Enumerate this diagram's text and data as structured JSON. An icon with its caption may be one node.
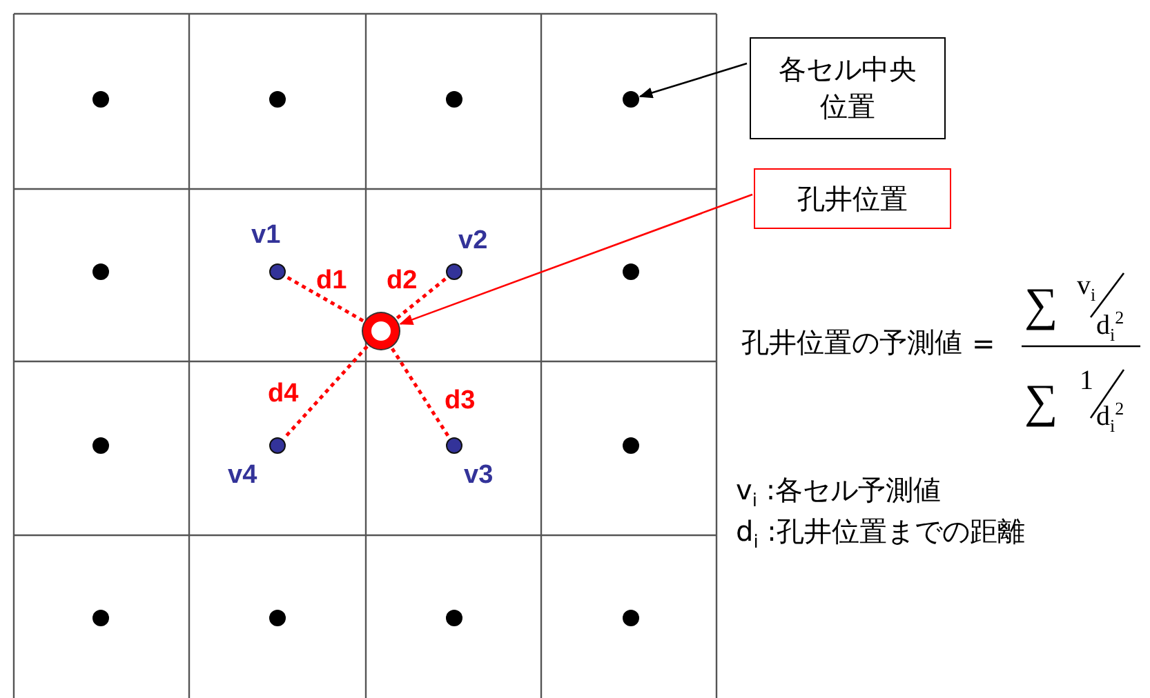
{
  "diagram": {
    "nodes": [
      {
        "text": [
          "各セル中央位置"
        ]
      },
      {
        "text": [
          "孔井位置"
        ]
      },
      {
        "text": [],
        "shape": "circle"
      },
      {
        "text": [],
        "shape": "circle"
      },
      {
        "text": [],
        "shape": "circle",
        "beside": [
          "v1"
        ]
      },
      {
        "text": [],
        "shape": "circle",
        "beside": [
          "v2"
        ]
      },
      {
        "text": [],
        "shape": "circle",
        "beside": [
          "v3"
        ]
      },
      {
        "text": [],
        "shape": "circle",
        "beside": [
          "v4"
        ]
      }
    ],
    "edges": [
      {
        "from": 0,
        "to": 2,
        "arrow": "to",
        "color": "#000000"
      },
      {
        "from": 1,
        "to": 3,
        "arrow": "to",
        "color": "#ff0000"
      },
      {
        "from": 3,
        "to": 4,
        "arrow": "none",
        "label": "d1",
        "style": "dashed",
        "color": "#ff0000"
      },
      {
        "from": 3,
        "to": 5,
        "arrow": "none",
        "label": "d2",
        "style": "dashed",
        "color": "#ff0000"
      },
      {
        "from": 3,
        "to": 6,
        "arrow": "none",
        "label": "d3",
        "style": "dashed",
        "color": "#ff0000"
      },
      {
        "from": 3,
        "to": 7,
        "arrow": "none",
        "label": "d4",
        "style": "dashed",
        "color": "#ff0000"
      }
    ],
    "labels": [
      "孔井位置の予測値",
      "=",
      "∑",
      "v$_{i}$",
      "d$_{i}$$^{2}$",
      "∑",
      "1",
      "d$_{i}$$^{2}$",
      "v$_{i}$ :各セル予測値",
      "d$_{i}$ :孔井位置までの距離"
    ]
  }
}
